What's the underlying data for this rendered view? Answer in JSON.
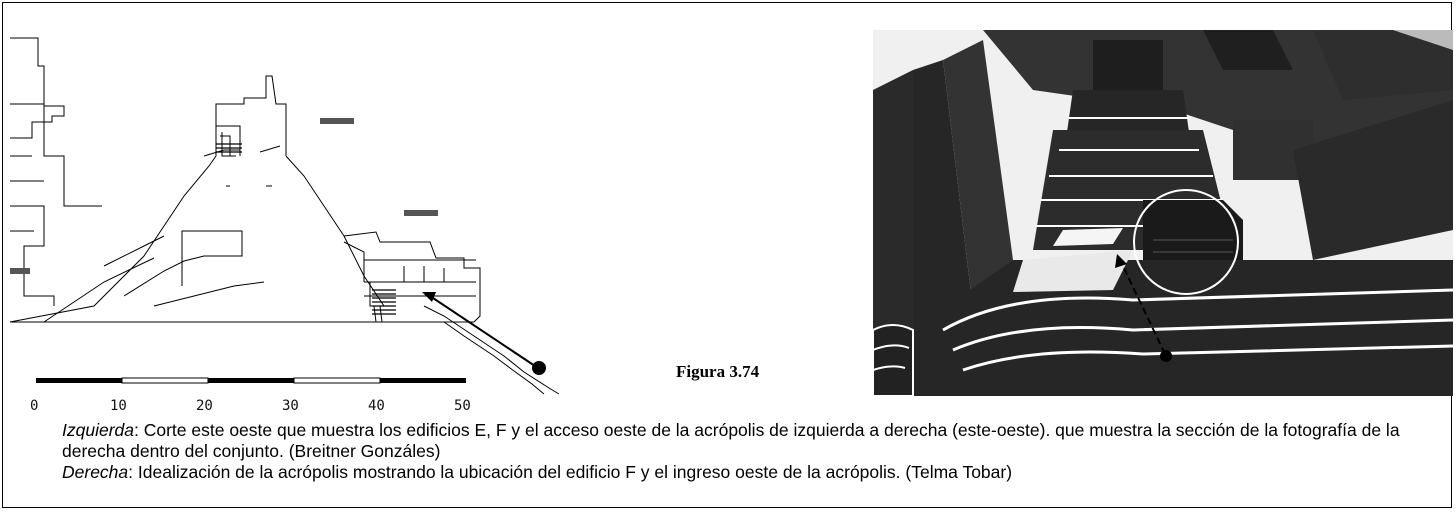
{
  "figure": {
    "label": "Figura 3.74"
  },
  "left_drawing": {
    "scale_ticks": [
      "0",
      "10",
      "20",
      "30",
      "40",
      "50"
    ]
  },
  "caption": {
    "left_term": "Izquierda",
    "left_text": ": Corte este oeste que muestra los edificios E, F y el acceso oeste de la acrópolis de izquierda a derecha (este-oeste). que muestra la sección de la fotografía de la derecha dentro del conjunto. (Breitner Gonzáles)",
    "right_term": "Derecha",
    "right_text": ": Idealización de la acrópolis mostrando la ubicación del edificio F y el ingreso oeste de la acrópolis. (Telma Tobar)"
  }
}
